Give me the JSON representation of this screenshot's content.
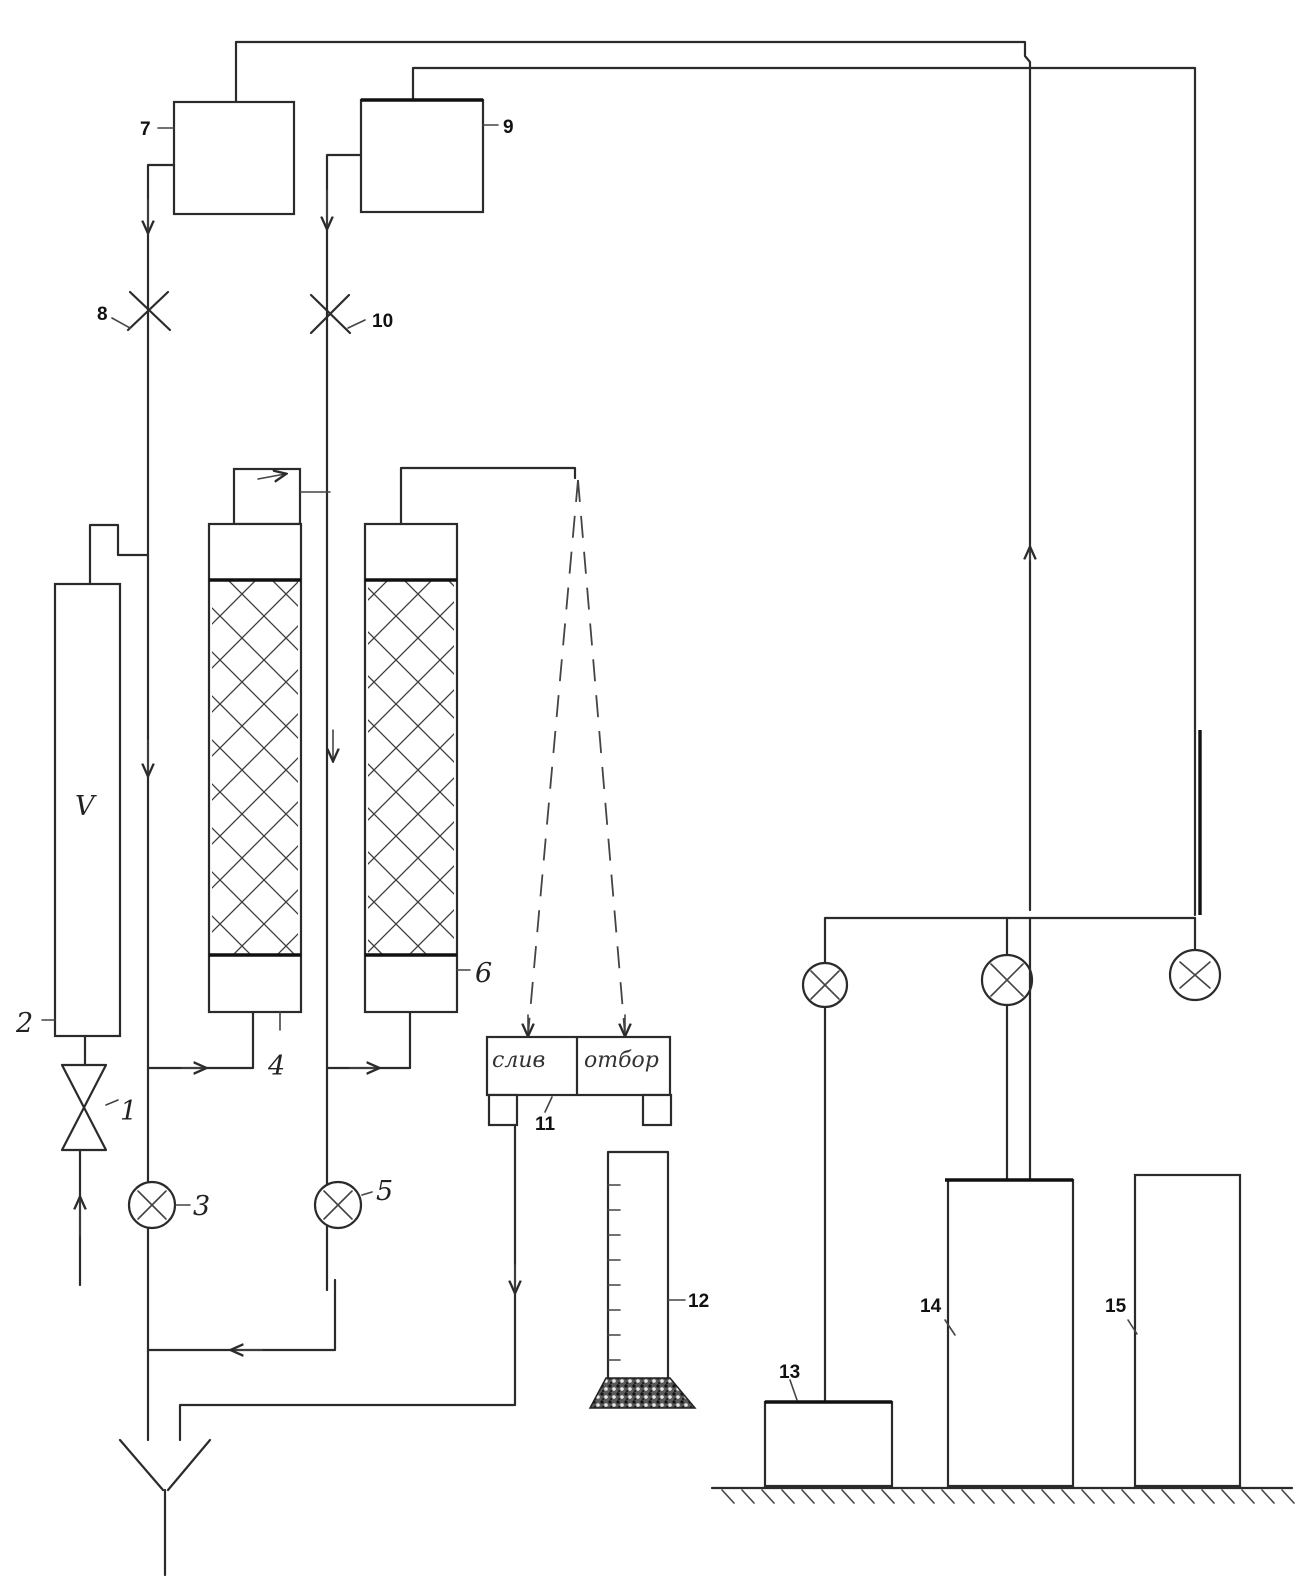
{
  "labels": {
    "n1": "1",
    "n2": "2",
    "n3": "3",
    "n4": "4",
    "n5": "5",
    "n6": "6",
    "n7": "7",
    "n8": "8",
    "n9": "9",
    "n10": "10",
    "n11": "11",
    "n12": "12",
    "n13": "13",
    "n14": "14",
    "n15": "15"
  },
  "rotameter_mark": "V",
  "sampler": {
    "left": "слив",
    "right": "отбор"
  }
}
